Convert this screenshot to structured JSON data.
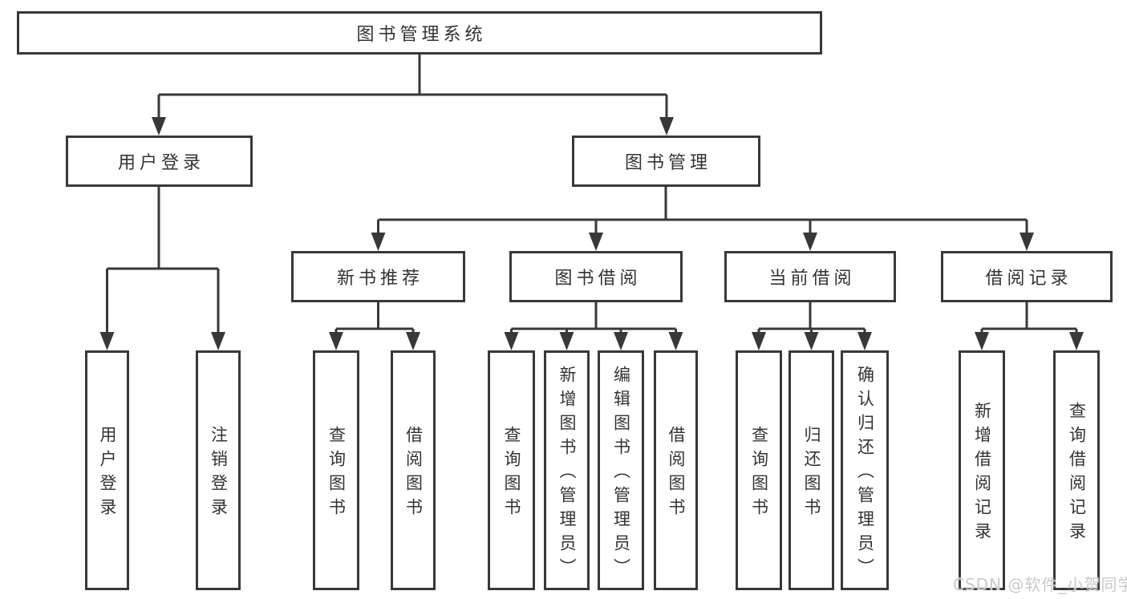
{
  "diagram": {
    "title": "图书管理系统",
    "tree": {
      "label": "图书管理系统",
      "children": [
        {
          "label": "用户登录",
          "children": [
            {
              "label": "用户登录"
            },
            {
              "label": "注销登录"
            }
          ]
        },
        {
          "label": "图书管理",
          "children": [
            {
              "label": "新书推荐",
              "children": [
                {
                  "label": "查询图书"
                },
                {
                  "label": "借阅图书"
                }
              ]
            },
            {
              "label": "图书借阅",
              "children": [
                {
                  "label": "查询图书"
                },
                {
                  "label": "新增图书（管理员）"
                },
                {
                  "label": "编辑图书（管理员）"
                },
                {
                  "label": "借阅图书"
                }
              ]
            },
            {
              "label": "当前借阅",
              "children": [
                {
                  "label": "查询图书"
                },
                {
                  "label": "归还图书"
                },
                {
                  "label": "确认归还（管理员）"
                }
              ]
            },
            {
              "label": "借阅记录",
              "children": [
                {
                  "label": "新增借阅记录"
                },
                {
                  "label": "查询借阅记录"
                }
              ]
            }
          ]
        }
      ]
    }
  },
  "watermark": {
    "text": "CSDN @软件_小贺同学"
  },
  "colors": {
    "line": "#383838",
    "box_border": "#383838",
    "text": "#333333",
    "box_background": "#ffffff",
    "watermark": "#c9c9c9",
    "background": "#ffffff"
  }
}
